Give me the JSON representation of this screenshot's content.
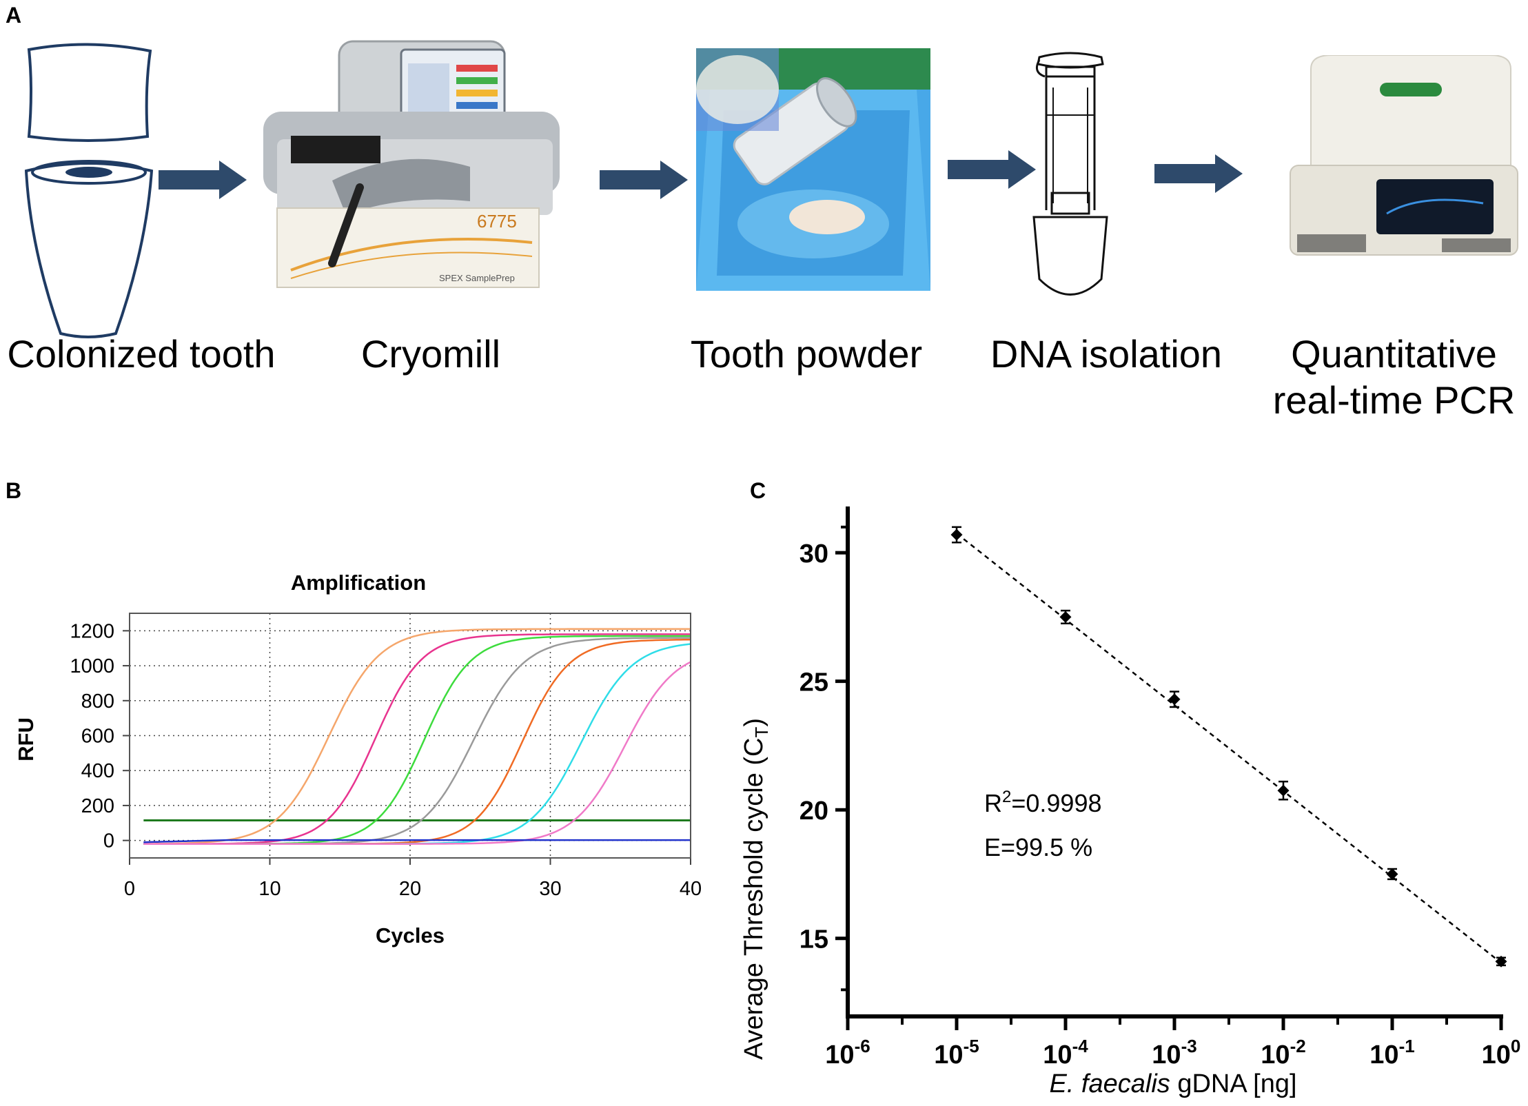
{
  "panels": {
    "a": "A",
    "b": "B",
    "c": "C"
  },
  "workflow": {
    "steps": [
      {
        "label": "Colonized tooth"
      },
      {
        "label": "Cryomill"
      },
      {
        "label": "Tooth powder"
      },
      {
        "label": "DNA isolation"
      },
      {
        "label": "Quantitative real-time PCR"
      }
    ],
    "arrow_color": "#2e4a6b",
    "cryomill_model": "6775",
    "cryomill_brand": "SPEX SamplePrep"
  },
  "chart_data": [
    {
      "type": "line",
      "title": "Amplification",
      "xlabel": "Cycles",
      "ylabel": "RFU",
      "xlim": [
        0,
        40
      ],
      "ylim": [
        -100,
        1300
      ],
      "xticks": [
        0,
        10,
        20,
        30,
        40
      ],
      "yticks": [
        0,
        200,
        400,
        600,
        800,
        1000,
        1200
      ],
      "grid": true,
      "threshold": 115,
      "series": [
        {
          "color": "#f5a66b",
          "midpoint": 14.2,
          "plateau": 1210,
          "slope": 0.55
        },
        {
          "color": "#e8348f",
          "midpoint": 17.5,
          "plateau": 1180,
          "slope": 0.6
        },
        {
          "color": "#3ddc3d",
          "midpoint": 21.0,
          "plateau": 1170,
          "slope": 0.6
        },
        {
          "color": "#9a9a9a",
          "midpoint": 24.5,
          "plateau": 1160,
          "slope": 0.55
        },
        {
          "color": "#f06b24",
          "midpoint": 28.0,
          "plateau": 1150,
          "slope": 0.6
        },
        {
          "color": "#2fdde8",
          "midpoint": 32.2,
          "plateau": 1140,
          "slope": 0.55
        },
        {
          "color": "#f07ac8",
          "midpoint": 35.3,
          "plateau": 1100,
          "slope": 0.55
        },
        {
          "color": "#2233cc",
          "flat": true
        }
      ],
      "threshold_color": "#1e7a1e"
    },
    {
      "type": "scatter",
      "xlabel_italic": "E. faecalis",
      "xlabel_rest": " gDNA [ng]",
      "ylabel": "Average Threshold cycle (C",
      "ylabel_sub": "T",
      "ylabel_close": ")",
      "x_scale": "log",
      "x_exponents": [
        -6,
        -5,
        -4,
        -3,
        -2,
        -1,
        0
      ],
      "x_base": "10",
      "ylim": [
        12.5,
        31.8
      ],
      "yticks": [
        15,
        20,
        25,
        30
      ],
      "x": [
        1e-05,
        0.0001,
        0.001,
        0.01,
        0.1,
        1
      ],
      "y": [
        30.7,
        27.5,
        24.3,
        20.75,
        17.5,
        14.1
      ],
      "yerr": [
        0.3,
        0.25,
        0.3,
        0.35,
        0.2,
        0.15
      ],
      "fit": {
        "x": [
          1e-05,
          1
        ],
        "y": [
          30.75,
          14.05
        ],
        "style": "dashed"
      },
      "annotations": {
        "r2_prefix": "R",
        "r2_sup": "2",
        "r2_value": "=0.9998",
        "efficiency": "E=99.5 %"
      }
    }
  ]
}
